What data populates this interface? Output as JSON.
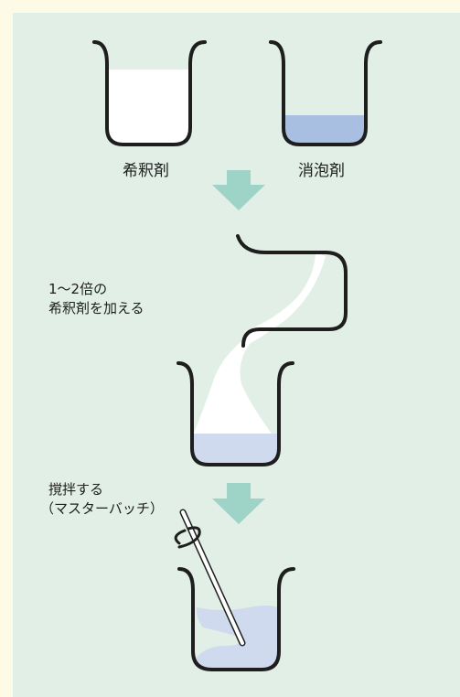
{
  "labels": {
    "diluent": "希釈剤",
    "defoamer": "消泡剤",
    "add_diluent_line1": "1〜2倍の",
    "add_diluent_line2": "希釈剤を加える",
    "stir_line1": "撹拌する",
    "stir_line2": "（マスターバッチ）"
  },
  "colors": {
    "background": "#fdfbe6",
    "panel": "#e1efe7",
    "arrow": "#9ed4c8",
    "defoamer_liquid": "#a9bfe2",
    "mixture_liquid": "#cfdaef",
    "diluent_liquid": "#ffffff",
    "outline": "#1e1e1e"
  }
}
